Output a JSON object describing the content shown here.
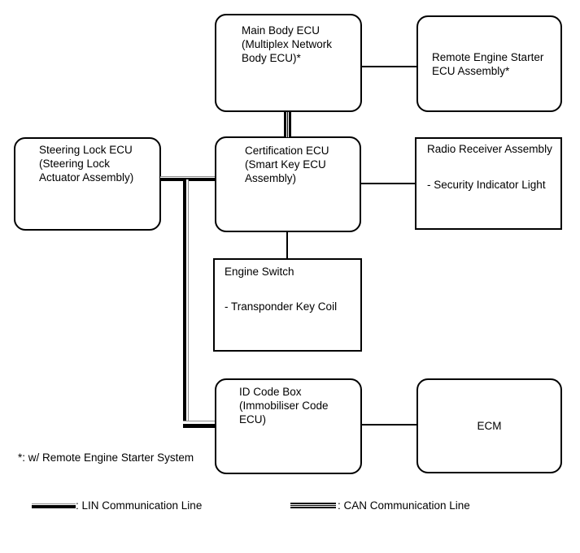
{
  "nodes": {
    "main_body_ecu": {
      "lines": [
        "Main Body ECU",
        "(Multiplex Network",
        "Body ECU)*"
      ]
    },
    "remote_engine_starter": {
      "lines": [
        "Remote Engine Starter",
        "ECU Assembly*"
      ]
    },
    "steering_lock_ecu": {
      "lines": [
        "Steering Lock ECU",
        "(Steering Lock",
        "Actuator Assembly)"
      ]
    },
    "certification_ecu": {
      "lines": [
        "Certification ECU",
        "(Smart Key ECU",
        "Assembly)"
      ]
    },
    "radio_receiver": {
      "title": "Radio Receiver Assembly",
      "detail": "- Security Indicator Light"
    },
    "engine_switch": {
      "title": "Engine Switch",
      "detail": "- Transponder Key Coil"
    },
    "id_code_box": {
      "lines": [
        "ID Code Box",
        "(Immobiliser Code",
        "ECU)"
      ]
    },
    "ecm": {
      "label": "ECM"
    }
  },
  "footnote": "*: w/ Remote Engine Starter System",
  "legend": {
    "lin": ": LIN Communication Line",
    "can": ": CAN Communication Line"
  },
  "colors": {
    "line": "#000000",
    "lin_highlight": "#8c8c8c",
    "background": "#ffffff"
  }
}
